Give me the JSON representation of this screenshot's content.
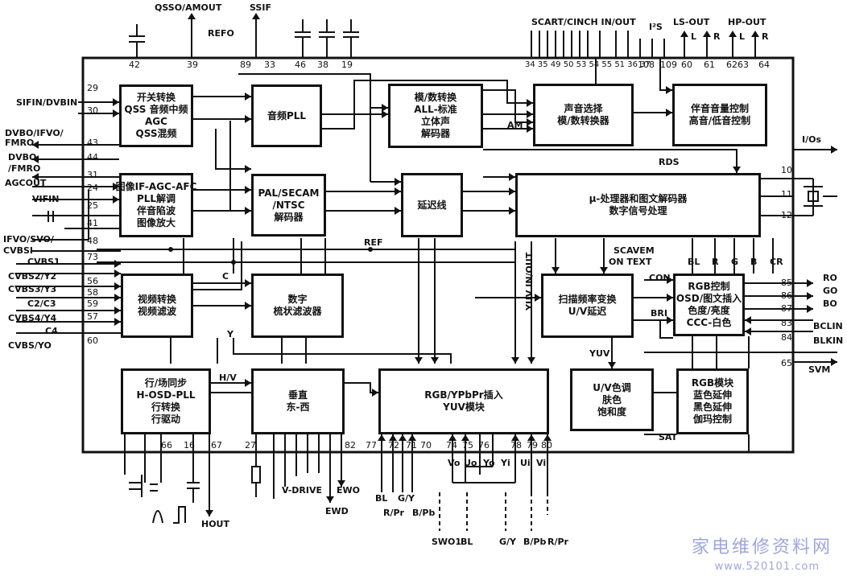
{
  "blocks": {
    "b_switch": [
      "开关转换",
      "QSS 音频中频",
      "AGC",
      "QSS混频"
    ],
    "b_apll": [
      "音频PLL"
    ],
    "b_ad": [
      "模/数转换",
      "ALL-标准",
      "立体声",
      "解码器"
    ],
    "b_sndsel": [
      "声音选择",
      "模/数转换器"
    ],
    "b_vol": [
      "伴音音量控制",
      "高音/低音控制"
    ],
    "b_if": [
      "图像IF-AGC-AFC",
      "PLL解调",
      "伴音陷波",
      "图像放大"
    ],
    "b_dec": [
      "PAL/SECAM",
      "/NTSC",
      "解码器"
    ],
    "b_delay": [
      "延迟线"
    ],
    "b_mcu": [
      "μ-处理器和图文解码器",
      "数字信号处理"
    ],
    "b_vsw": [
      "视频转换",
      "视频滤波"
    ],
    "b_comb": [
      "数字",
      "梳状滤波器"
    ],
    "b_scan": [
      "扫描频率变换",
      "U/V延迟"
    ],
    "b_rgbc": [
      "RGB控制",
      "OSD/图文插入",
      "色度/亮度",
      "CCC-白色"
    ],
    "b_sync": [
      "行/场同步",
      "H-OSD-PLL",
      "行转换",
      "行驱动"
    ],
    "b_vert": [
      "垂直",
      "东-西"
    ],
    "b_rgbin": [
      "RGB/YPbPr插入",
      "YUV模块"
    ],
    "b_uv": [
      "U/V色调",
      "肤色",
      "饱和度"
    ],
    "b_rgbm": [
      "RGB模块",
      "蓝色延伸",
      "黑色延伸",
      "伽玛控制"
    ]
  },
  "labels": {
    "qsso": "QSSO/AMOUT",
    "ssif": "SSIF",
    "refo": "REFO",
    "scart": "SCART/CINCH  IN/OUT",
    "i2s": "I²S",
    "ls": "LS-OUT",
    "hp": "HP-OUT",
    "ls_l": "L",
    "ls_r": "R",
    "hp_l": "L",
    "hp_r": "R",
    "sifin": "SIFIN/DVBIN",
    "dvbo_ifvo": "DVBO/IFVO/",
    "fmro1": "FMRO",
    "dvbo": "DVBO",
    "fmro2": "/FMRO",
    "agcout": "AGCOUT",
    "vifin": "VIFIN",
    "ifvo_svo": "IFVO/SVO/",
    "cvbsi": "CVBSI",
    "cvbs1": "CVBS1",
    "cvbs2": "CVBS2/Y2",
    "cvbs3": "CVBS3/Y3",
    "c2c3": "C2/C3",
    "cvbs4": "CVBS4/Y4",
    "c4": "C4",
    "cvbs_yo": "CVBS/YO",
    "am": "AM",
    "rds": "RDS",
    "ios": "I/Os",
    "ref": "REF",
    "yuv_inout": "YUV IN/OUT",
    "scavem": "SCAVEM",
    "ontext": "ON TEXT",
    "con": "CON",
    "bri": "BRI",
    "bl": "BL",
    "r": "R",
    "g": "G",
    "b": "B",
    "cr": "CR",
    "ro": "RO",
    "go": "GO",
    "bo": "BO",
    "bclin": "BCLIN",
    "blkin": "BLKIN",
    "svm": "SVM",
    "yuv": "YUV",
    "sat": "SAT",
    "hv": "H/V",
    "c": "C",
    "y": "Y",
    "hout": "HOUT",
    "vdrive": "V-DRIVE",
    "ewo": "EWO",
    "ewd": "EWD",
    "bl_in": "BL",
    "gy_in": "G/Y",
    "rpr_in": "R/Pr",
    "bpb_in": "B/Pb",
    "vo": "Vo",
    "uo": "Uo",
    "yo": "Yo",
    "yi": "Yi",
    "ui": "Ui",
    "vi": "Vi",
    "swo1": "SWO1",
    "bl_out": "BL",
    "gy_out": "G/Y",
    "bpb_out": "B/Pb",
    "rpr_out": "R/Pr"
  },
  "pins": {
    "p42": "42",
    "p39": "39",
    "p89": "89",
    "p33": "33",
    "p46": "46",
    "p38": "38",
    "p19": "19",
    "top_run": "34 35 49 50 53 54 55 51 36 37",
    "p108": "108",
    "p109": "109",
    "p60": "60",
    "p61": "61",
    "p62": "62",
    "p63": "63",
    "p64": "64",
    "p29": "29",
    "p30": "30",
    "p43": "43",
    "p44": "44",
    "p31": "31",
    "p24": "24",
    "p25": "25",
    "p41": "41",
    "p48": "48",
    "p73": "73",
    "p56": "56",
    "p58": "58",
    "p59": "59",
    "p57": "57",
    "p60l": "60",
    "p10": "10",
    "p11": "11",
    "p12": "12",
    "p85": "85",
    "p86": "86",
    "p87": "87",
    "p83": "83",
    "p84": "84",
    "p65": "65",
    "p66": "66",
    "p16": "16",
    "p67": "67",
    "p27": "27",
    "p82": "82",
    "p77": "77",
    "p72": "72",
    "p71": "71",
    "p70": "70",
    "p74": "74",
    "p75": "75",
    "p76": "76",
    "p78": "78",
    "p79": "79",
    "p80": "80"
  },
  "watermark": {
    "cn": "家电维修资料网",
    "url": "www.520101.com"
  }
}
